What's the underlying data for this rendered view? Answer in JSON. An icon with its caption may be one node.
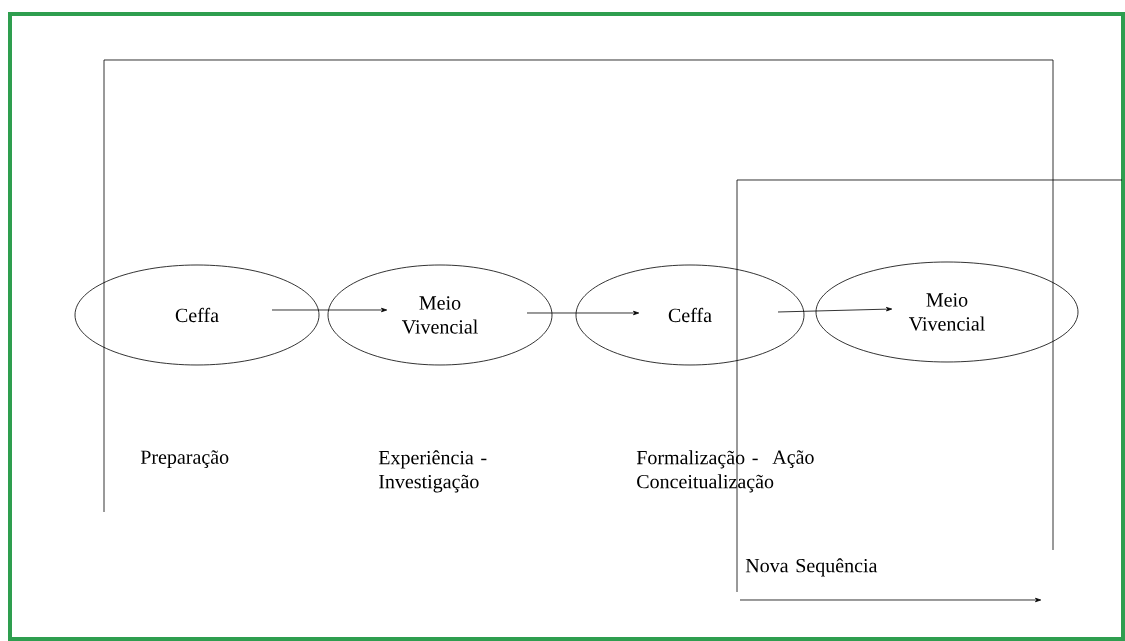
{
  "diagram": {
    "nodes": [
      {
        "text": [
          "Ceffa"
        ]
      },
      {
        "text": [
          "Meio Vivencial"
        ]
      },
      {
        "text": [
          "Ceffa"
        ]
      },
      {
        "text": [
          "Meio Vivencial"
        ]
      }
    ],
    "edges": [
      {
        "from": 0,
        "to": 1,
        "arrow": "to"
      },
      {
        "from": 1,
        "to": 2,
        "arrow": "to"
      },
      {
        "from": 2,
        "to": 3,
        "arrow": "to"
      }
    ],
    "labels": [
      "Preparação",
      "Experiência - Investigação",
      "Formalização - Conceitualização",
      "Ação",
      "Nova Sequência"
    ]
  }
}
